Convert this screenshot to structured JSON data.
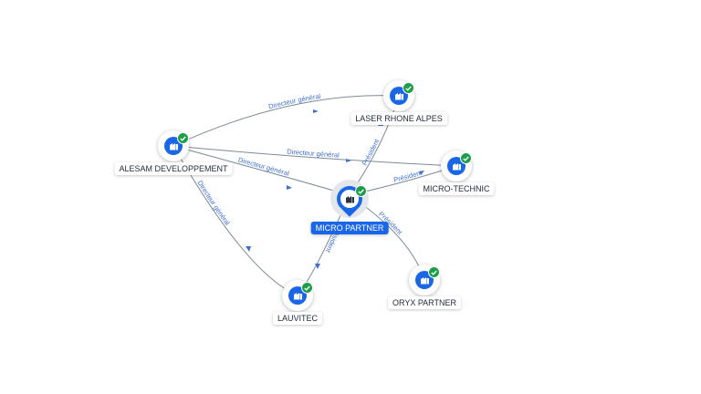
{
  "nodes": {
    "alesam": {
      "label": "ALESAM DEVELOPPEMENT"
    },
    "laser": {
      "label": "LASER RHONE ALPES"
    },
    "microtechnic": {
      "label": "MICRO-TECHNIC"
    },
    "micropartner": {
      "label": "MICRO PARTNER"
    },
    "lauvitec": {
      "label": "LAUVITEC"
    },
    "oryx": {
      "label": "ORYX PARTNER"
    }
  },
  "edges": {
    "alesam_laser": "Directeur général",
    "alesam_microtechnic": "Directeur général",
    "alesam_micropartner": "Directeur général",
    "alesam_lauvitec": "Directeur général",
    "micropartner_laser": "Président",
    "micropartner_microtechnic": "Président",
    "micropartner_lauvitec": "Président",
    "micropartner_oryx": "Président"
  },
  "colors": {
    "node": "#1a66e8",
    "verified": "#1e9e4a",
    "edge": "#7d8a99",
    "edge_label": "#3f6fd6"
  },
  "icons": {
    "company": "building-icon",
    "verified": "check-icon",
    "focus": "map-pin-icon"
  }
}
